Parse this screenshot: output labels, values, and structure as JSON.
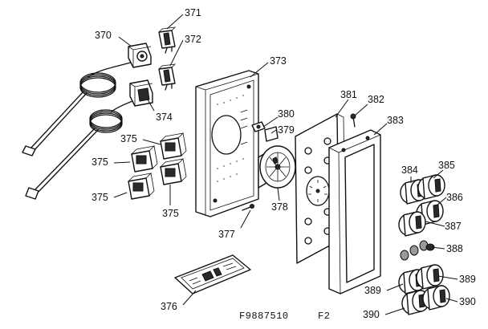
{
  "labels": {
    "l370": "370",
    "l371": "371",
    "l372": "372",
    "l373": "373",
    "l374": "374",
    "l375a": "375",
    "l375b": "375",
    "l375c": "375",
    "l375d": "375",
    "l376": "376",
    "l377": "377",
    "l378": "378",
    "l379": "379",
    "l380": "380",
    "l381": "381",
    "l382": "382",
    "l383": "383",
    "l384": "384",
    "l385": "385",
    "l386": "386",
    "l387": "387",
    "l388": "388",
    "l389a": "389",
    "l389b": "389",
    "l390a": "390",
    "l390b": "390"
  },
  "figure_code": "F9887510",
  "figure_suffix": "F2"
}
